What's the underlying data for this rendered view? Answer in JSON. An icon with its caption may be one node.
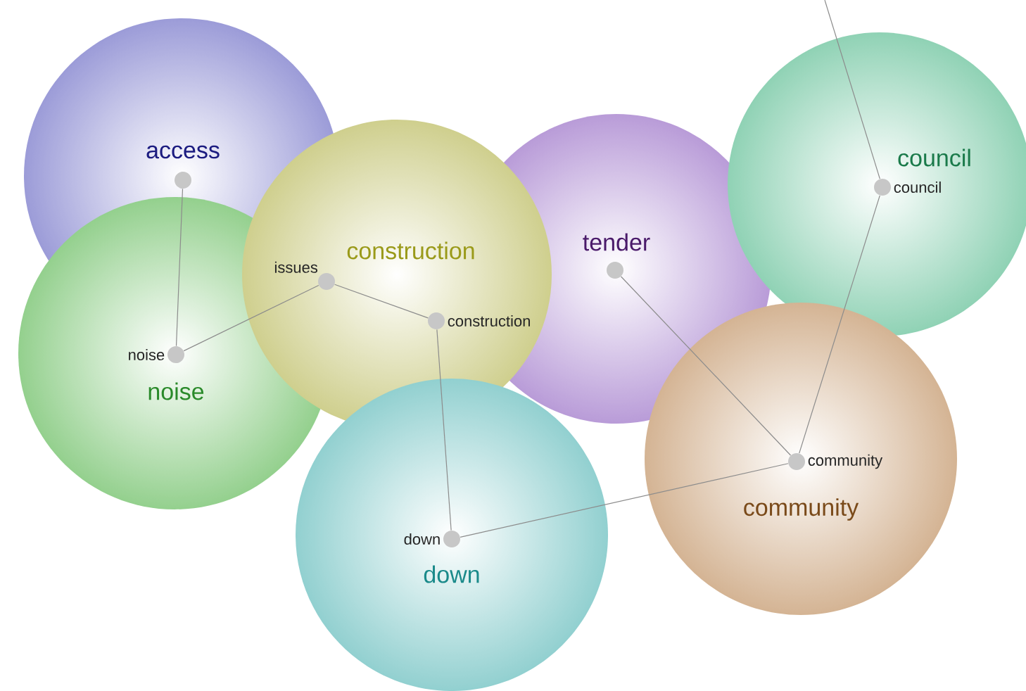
{
  "diagram": {
    "nodes": [
      {
        "text": [
          "access"
        ]
      },
      {
        "text": [],
        "shape": "circle"
      },
      {
        "text": [
          "construction"
        ]
      },
      {
        "text": [
          "issues"
        ]
      },
      {
        "text": [
          "construction"
        ]
      },
      {
        "text": [
          "tender"
        ]
      },
      {
        "text": [],
        "shape": "circle"
      },
      {
        "text": [
          "council"
        ]
      },
      {
        "text": [
          "council"
        ]
      },
      {
        "text": [
          "noise"
        ]
      },
      {
        "text": [
          "noise"
        ]
      },
      {
        "text": [
          "community"
        ]
      },
      {
        "text": [
          "community"
        ]
      },
      {
        "text": [
          "down"
        ]
      },
      {
        "text": [
          "down"
        ]
      }
    ],
    "edges": [
      {
        "from": 1,
        "to": 10,
        "arrow": "none"
      },
      {
        "from": 3,
        "to": 10,
        "arrow": "none"
      },
      {
        "from": 3,
        "to": 4,
        "arrow": "none"
      },
      {
        "from": 4,
        "to": 14,
        "arrow": "none"
      },
      {
        "from": 6,
        "to": 12,
        "arrow": "none"
      },
      {
        "from": null,
        "to": 8,
        "arrow": "none"
      },
      {
        "from": 8,
        "to": 12,
        "arrow": "none"
      },
      {
        "from": 12,
        "to": 14,
        "arrow": "none"
      }
    ]
  }
}
